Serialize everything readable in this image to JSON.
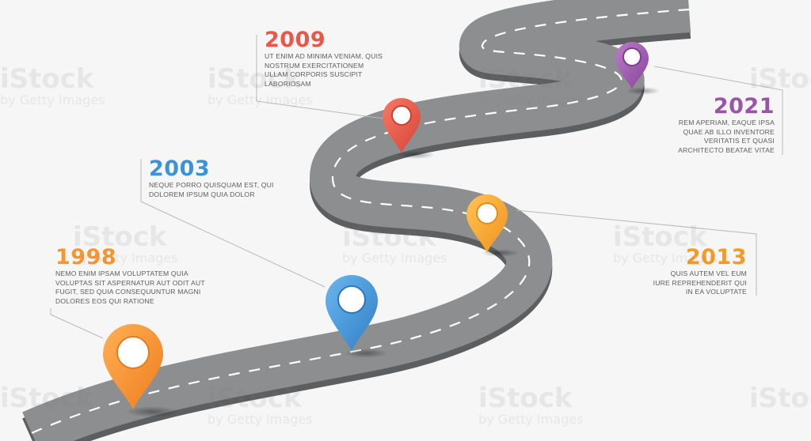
{
  "colors": {
    "orange": "#f28a2e",
    "blue": "#3b8fd6",
    "red": "#e8574a",
    "amber": "#f6a623",
    "purple": "#9a55a9",
    "road": "#8e8f91",
    "road_edge": "#5e5f61",
    "lane_marking": "#ffffff"
  },
  "milestones": [
    {
      "year": "1998",
      "color": "#f7962f",
      "text": "NEMO ENIM IPSAM VOLUPTATEM QUIA\nVOLUPTAS SIT ASPERNATUR AUT ODIT AUT\nFUGIT, SED QUIA CONSEQUUNTUR MAGNI\nDOLORES EOS QUI RATIONE",
      "pin_icon": "map-pin-icon"
    },
    {
      "year": "2003",
      "color": "#3d93d8",
      "text": "NEQUE PORRO QUISQUAM EST, QUI\nDOLOREM IPSUM QUIA DOLOR",
      "pin_icon": "map-pin-icon"
    },
    {
      "year": "2009",
      "color": "#e8574a",
      "text": "UT ENIM AD MINIMA VENIAM, QUIS\nNOSTRUM EXERCITATIONEM\nULLAM CORPORIS SUSCIPIT\nLABORIOSAM",
      "pin_icon": "map-pin-icon"
    },
    {
      "year": "2013",
      "color": "#f39a27",
      "text": "QUIS AUTEM VEL EUM\nIURE REPREHENDERIT QUI\nIN EA VOLUPTATE",
      "pin_icon": "map-pin-icon"
    },
    {
      "year": "2021",
      "color": "#9a55a9",
      "text": "REM APERIAM, EAQUE IPSA\nQUAE AB ILLO INVENTORE\nVERITATIS ET QUASI\nARCHITECTO BEATAE VITAE",
      "pin_icon": "map-pin-icon"
    }
  ],
  "watermark": {
    "brand": "iStock",
    "sub": "by Getty Images"
  }
}
